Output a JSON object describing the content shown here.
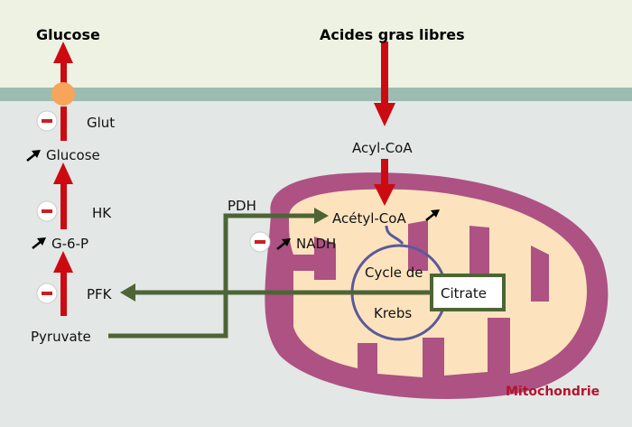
{
  "labels": {
    "glucose_top": "Glucose",
    "fatty_acids": "Acides gras libres",
    "glut": "Glut",
    "glucose": "Glucose",
    "hk": "HK",
    "g6p": "G-6-P",
    "pfk": "PFK",
    "pyruvate": "Pyruvate",
    "acyl_coa": "Acyl-CoA",
    "pdh": "PDH",
    "acetyl_coa": "Acétyl-CoA",
    "nadh": "NADH",
    "krebs_line1": "Cycle de",
    "krebs_line2": "Krebs",
    "citrate": "Citrate",
    "mitochondrie": "Mitochondrie"
  },
  "colors": {
    "outside": "#eef2e3",
    "membrane": "#9cbcb2",
    "cytoplasm": "#e3e7e6",
    "mito_outer": "#ad5283",
    "mito_inner": "#fde3bd",
    "red_arrow": "#cc0a12",
    "green_arrow": "#4d6535",
    "krebs_circle": "#5a5a9a",
    "transporter": "#f6a55a",
    "inhibit": "#cc1f1f",
    "mito_label": "#b3132b"
  }
}
